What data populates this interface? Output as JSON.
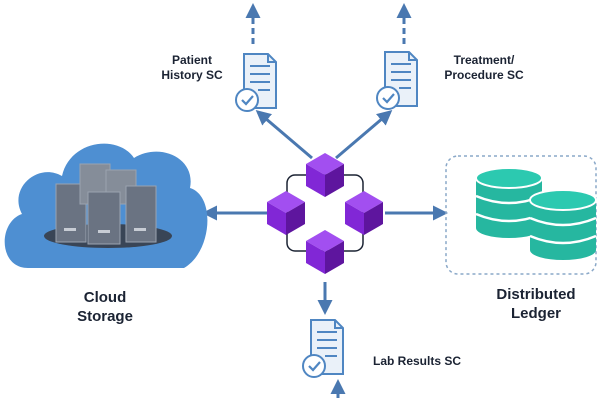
{
  "diagram": {
    "nodes": {
      "patient_history": {
        "label": "Patient\nHistory SC",
        "icon": "contract-check-icon"
      },
      "treatment": {
        "label": "Treatment/\nProcedure SC",
        "icon": "contract-check-icon"
      },
      "lab_results": {
        "label": "Lab Results SC",
        "icon": "contract-check-icon"
      },
      "cloud_storage": {
        "label": "Cloud\nStorage",
        "icon": "cloud-servers-icon"
      },
      "distributed_ledger": {
        "label": "Distributed\nLedger",
        "icon": "database-stack-icon"
      },
      "blockchain": {
        "icon": "blockchain-cubes-icon"
      }
    },
    "colors": {
      "arrow": "#4a78b0",
      "cube_light": "#a24ff0",
      "cube_mid": "#8127d6",
      "cube_dark": "#5e159e",
      "cloud": "#4e8fd2",
      "db_teal": "#26b7a0",
      "doc_fill": "#eaf1f9",
      "doc_stroke": "#4f86c2"
    }
  }
}
